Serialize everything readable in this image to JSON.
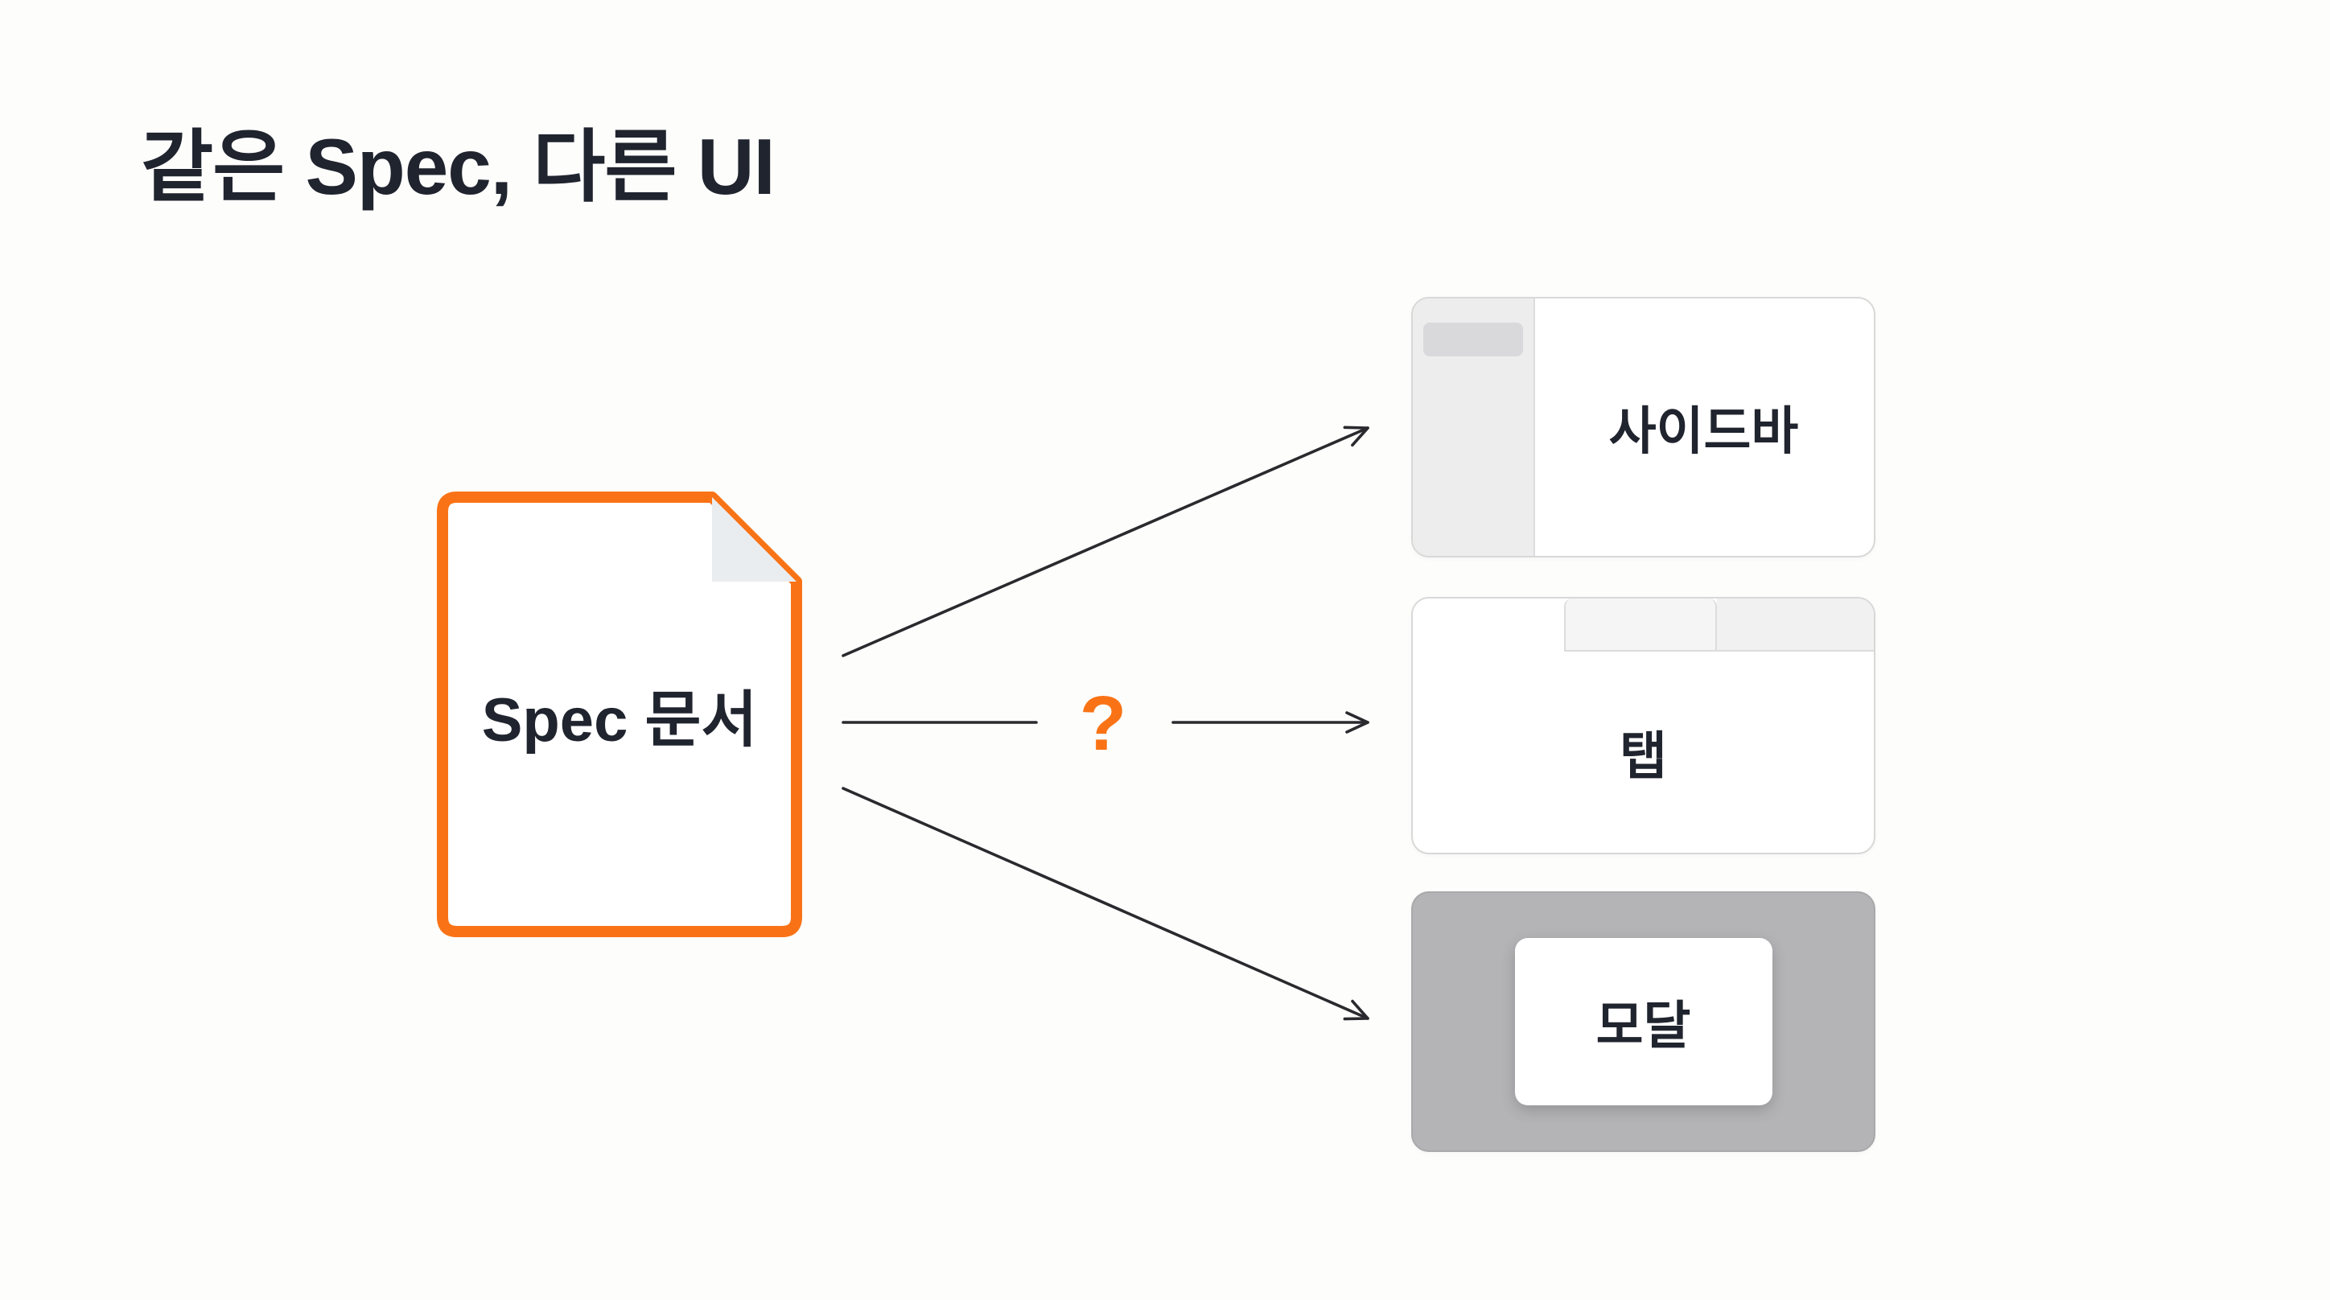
{
  "slide": {
    "title": "같은 Spec, 다른 UI"
  },
  "source": {
    "label": "Spec 문서"
  },
  "connector": {
    "question_mark": "?"
  },
  "variants": [
    {
      "id": "sidebar",
      "label": "사이드바"
    },
    {
      "id": "tabs",
      "label": "탭"
    },
    {
      "id": "modal",
      "label": "모달"
    }
  ],
  "colors": {
    "accent_orange": "#F97316",
    "ink": "#20242E",
    "arrow": "#2A2A2E",
    "box_border": "#D8D8D8",
    "panel_gray": "#EDEDEE",
    "pill_gray": "#D9D9DC",
    "modal_backdrop": "#B4B4B6",
    "background": "#FDFDFC"
  }
}
